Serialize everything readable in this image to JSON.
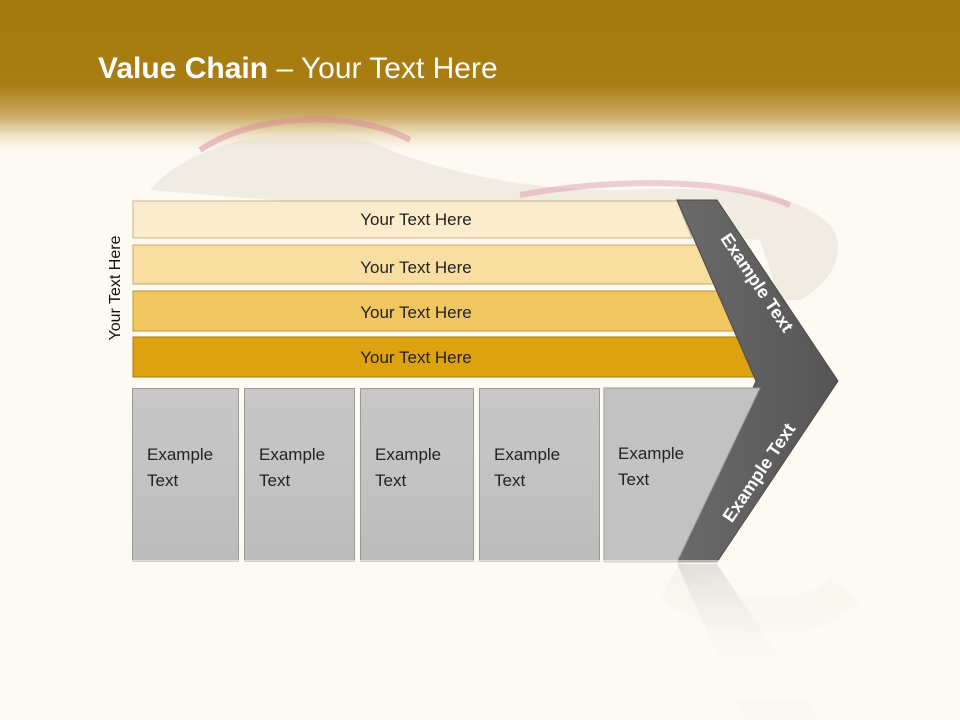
{
  "title": {
    "bold": "Value Chain",
    "rest": " – Your Text Here"
  },
  "side_label": "Your Text Here",
  "bars": [
    {
      "label": "Your Text Here",
      "color": "#fbeccc"
    },
    {
      "label": "Your Text Here",
      "color": "#f8dea0"
    },
    {
      "label": "Your Text Here",
      "color": "#f0c660"
    },
    {
      "label": "Your Text Here",
      "color": "#dea10f"
    }
  ],
  "chevron": {
    "top_label": "Example Text",
    "bottom_label": "Example Text",
    "color": "#606060"
  },
  "boxes": [
    {
      "line1": "Example",
      "line2": "Text"
    },
    {
      "line1": "Example",
      "line2": "Text"
    },
    {
      "line1": "Example",
      "line2": "Text"
    },
    {
      "line1": "Example",
      "line2": "Text"
    },
    {
      "line1": "Example",
      "line2": "Text"
    }
  ],
  "colors": {
    "header": "#a57a0c",
    "background": "#fdfaf3",
    "box": "#c0c0c0"
  }
}
